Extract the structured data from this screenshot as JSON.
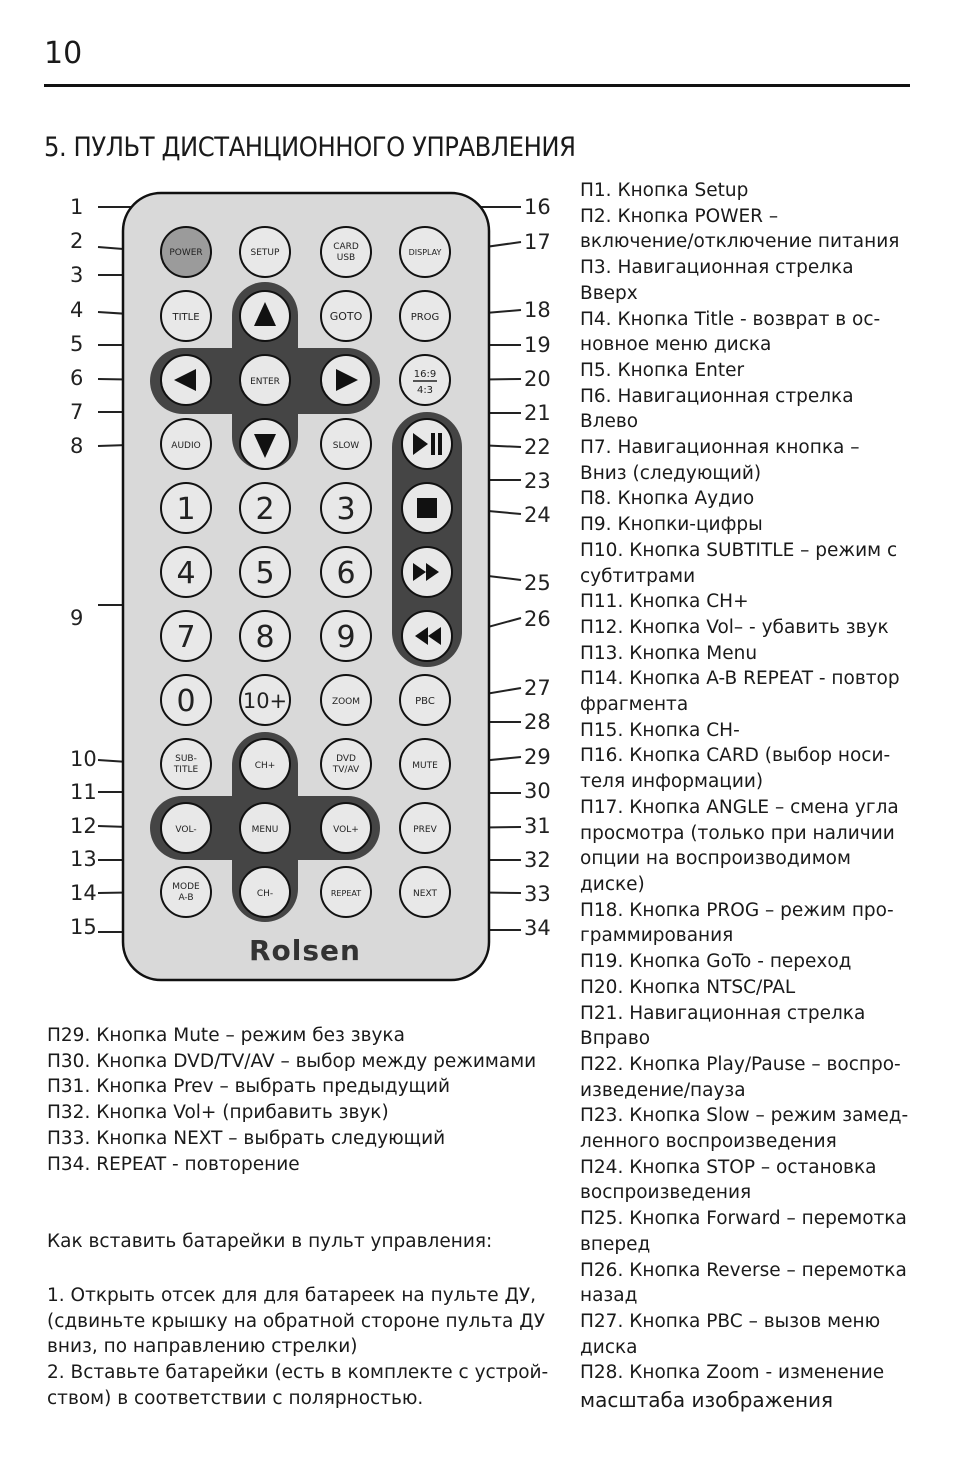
{
  "page_number": "10",
  "section_title": "5. ПУЛЬТ ДИСТАНЦИОННОГО УПРАВЛЕНИЯ",
  "remote": {
    "brand": "Rolsen",
    "button_labels": {
      "power": "POWER",
      "setup": "SETUP",
      "card": "CARD",
      "usb": "USB",
      "display": "DISPLAY",
      "title": "TITLE",
      "goto": "GOTO",
      "prog": "PROG",
      "enter": "ENTER",
      "ratio_top": "16:9",
      "ratio_bottom": "4:3",
      "audio": "AUDIO",
      "slow": "SLOW",
      "d1": "1",
      "d2": "2",
      "d3": "3",
      "d4": "4",
      "d5": "5",
      "d6": "6",
      "d7": "7",
      "d8": "8",
      "d9": "9",
      "d0": "0",
      "d10": "10+",
      "zoom": "ZOOM",
      "pbc": "PBC",
      "sub_top": "SUB-",
      "sub_bottom": "TITLE",
      "ch_plus": "CH+",
      "dvd_top": "DVD",
      "dvd_bottom": "TV/AV",
      "mute": "MUTE",
      "vol_minus": "VOL-",
      "menu": "MENU",
      "vol_plus": "VOL+",
      "prev": "PREV",
      "mode_top": "MODE",
      "mode_bottom": "A-B",
      "ch_minus": "CH-",
      "repeat": "REPEAT",
      "next": "NEXT"
    },
    "left_callouts": [
      "1",
      "2",
      "3",
      "4",
      "5",
      "6",
      "7",
      "8",
      "9",
      "10",
      "11",
      "12",
      "13",
      "14",
      "15"
    ],
    "right_callouts": [
      "16",
      "17",
      "18",
      "19",
      "20",
      "21",
      "22",
      "23",
      "24",
      "25",
      "26",
      "27",
      "28",
      "29",
      "30",
      "31",
      "32",
      "33",
      "34"
    ]
  },
  "right_column": [
    "П1. Кнопка Setup",
    "П2. Кнопка POWER –",
    "включение/отключение питания",
    "П3. Навигационная стрелка",
    "Вверх",
    "П4. Кнопка Title - возврат в ос-",
    "новное меню диска",
    "П5. Кнопка Enter",
    "П6. Навигационная стрелка",
    "Влево",
    "П7. Навигационная кнопка –",
    "Вниз (следующий)",
    "П8. Кнопка Аудио",
    "П9. Кнопки-цифры",
    "П10. Кнопка SUBTITLE – режим с",
    "субтитрами",
    "П11. Кнопка CH+",
    "П12. Кнопка Vol– - убавить звук",
    "П13. Кнопка Menu",
    "П14. Кнопка A-B REPEAT - повтор",
    "фрагмента",
    "П15. Кнопка CH-",
    "П16. Кнопка CARD (выбор носи-",
    "теля информации)",
    "П17. Кнопка  ANGLE – смена угла",
    "просмотра (только при наличии",
    "опции на воспроизводимом",
    "диске)",
    "П18. Кнопка PROG – режим про-",
    "граммирования",
    "П19. Кнопка GoTo - переход",
    "П20. Кнопка NTSC/PAL",
    "П21. Навигационная стрелка",
    "Вправо",
    "П22. Кнопка Play/Pause – воспро-",
    "изведение/пауза",
    "П23. Кнопка Slow – режим замед-",
    "ленного воспроизведения",
    "П24. Кнопка STOP – остановка",
    "воспроизведения",
    "П25. Кнопка Forward – перемотка",
    "вперед",
    "П26. Кнопка Reverse – перемотка",
    "назад",
    "П27. Кнопка PBC – вызов меню",
    "диска",
    "П28. Кнопка Zoom - изменение",
    "масштаба изображения"
  ],
  "bottom_list": [
    "П29. Кнопка Mute – режим без звука",
    "П30. Кнопка DVD/TV/AV – выбор между режимами",
    "П31. Кнопка Prev – выбрать предыдущий",
    "П32. Кнопка Vol+ (прибавить звук)",
    "П33. Кнопка NEXT – выбрать следующий",
    "П34. REPEAT - повторение"
  ],
  "battery": {
    "title": "Как вставить батарейки в пульт управления:",
    "steps": [
      "1. Открыть отсек для для батареек на пульте ДУ,",
      "(сдвиньте крышку на обратной стороне пульта ДУ",
      "вниз, по направлению стрелки)",
      "2. Вставьте батарейки (есть в комплекте с устрой-",
      "ством) в соответствии с полярностью."
    ]
  }
}
